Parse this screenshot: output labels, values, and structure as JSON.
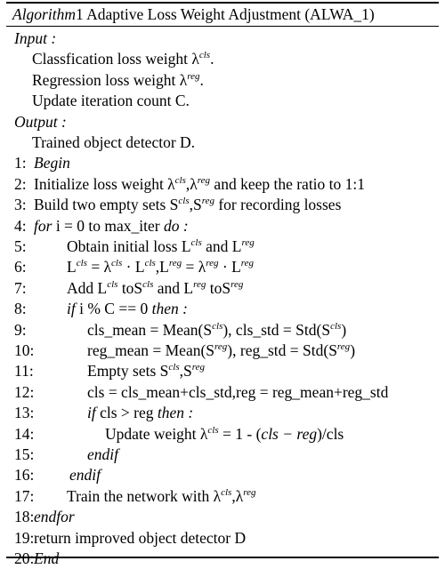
{
  "algorithm": {
    "label": "Algorithm",
    "number": "1",
    "title": "Adaptive Loss Weight Adjustment (ALWA_1)"
  },
  "lines": [
    {
      "num": "",
      "indent": 0,
      "segments": [
        {
          "t": "Input :",
          "s": "kw"
        }
      ]
    },
    {
      "num": "",
      "indent": 1,
      "segments": [
        {
          "t": "Classfication loss weight λ"
        },
        {
          "t": "cls",
          "s": "sup"
        },
        {
          "t": "."
        }
      ]
    },
    {
      "num": "",
      "indent": 1,
      "segments": [
        {
          "t": "Regression loss weight λ"
        },
        {
          "t": "reg",
          "s": "sup"
        },
        {
          "t": "."
        }
      ]
    },
    {
      "num": "",
      "indent": 1,
      "segments": [
        {
          "t": "Update iteration count C."
        }
      ]
    },
    {
      "num": "",
      "indent": 0,
      "segments": [
        {
          "t": "Output :",
          "s": "kw"
        }
      ]
    },
    {
      "num": "",
      "indent": 1,
      "segments": [
        {
          "t": "Trained object detector D."
        }
      ]
    },
    {
      "num": "1:",
      "indent": 0,
      "segments": [
        {
          "t": "Begin",
          "s": "kw"
        }
      ]
    },
    {
      "num": "2:",
      "indent": 0,
      "segments": [
        {
          "t": "Initialize loss weight λ"
        },
        {
          "t": "cls",
          "s": "sup"
        },
        {
          "t": ",λ"
        },
        {
          "t": "reg",
          "s": "sup"
        },
        {
          "t": " and keep the ratio to 1:1"
        }
      ]
    },
    {
      "num": "3:",
      "indent": 0,
      "segments": [
        {
          "t": "Build two empty sets S"
        },
        {
          "t": "cls",
          "s": "sup"
        },
        {
          "t": ",S"
        },
        {
          "t": "reg",
          "s": "sup"
        },
        {
          "t": " for recording losses"
        }
      ]
    },
    {
      "num": "4:",
      "indent": 0,
      "segments": [
        {
          "t": "for",
          "s": "kw"
        },
        {
          "t": " i = 0 to max_iter "
        },
        {
          "t": "do :",
          "s": "kw"
        }
      ]
    },
    {
      "num": "5:",
      "indent": 2,
      "segments": [
        {
          "t": "Obtain initial loss L"
        },
        {
          "t": "cls",
          "s": "sup"
        },
        {
          "t": " and L"
        },
        {
          "t": "reg",
          "s": "sup"
        }
      ]
    },
    {
      "num": "6:",
      "indent": 2,
      "segments": [
        {
          "t": "L"
        },
        {
          "t": "cls",
          "s": "sup"
        },
        {
          "t": " = λ"
        },
        {
          "t": "cls",
          "s": "sup"
        },
        {
          "t": " · L"
        },
        {
          "t": "cls",
          "s": "sup"
        },
        {
          "t": ",L"
        },
        {
          "t": "reg",
          "s": "sup"
        },
        {
          "t": " = λ"
        },
        {
          "t": "reg",
          "s": "sup"
        },
        {
          "t": " · L"
        },
        {
          "t": "reg",
          "s": "sup"
        }
      ]
    },
    {
      "num": "7:",
      "indent": 2,
      "segments": [
        {
          "t": "Add L"
        },
        {
          "t": "cls",
          "s": "sup"
        },
        {
          "t": " toS"
        },
        {
          "t": "cls",
          "s": "sup"
        },
        {
          "t": " and L"
        },
        {
          "t": "reg",
          "s": "sup"
        },
        {
          "t": " toS"
        },
        {
          "t": "reg",
          "s": "sup"
        }
      ]
    },
    {
      "num": "8:",
      "indent": 2,
      "segments": [
        {
          "t": "if",
          "s": "kw"
        },
        {
          "t": " i % C == 0 "
        },
        {
          "t": "then :",
          "s": "kw"
        }
      ]
    },
    {
      "num": "9:",
      "indent": 3,
      "segments": [
        {
          "t": "cls_mean = Mean("
        },
        {
          "t": "S"
        },
        {
          "t": "cls",
          "s": "sup"
        },
        {
          "t": "), cls_std = Std("
        },
        {
          "t": "S"
        },
        {
          "t": "cls",
          "s": "sup"
        },
        {
          "t": ")"
        }
      ]
    },
    {
      "num": "10:",
      "indent": 3,
      "segments": [
        {
          "t": "reg_mean = Mean("
        },
        {
          "t": "S"
        },
        {
          "t": "reg",
          "s": "sup"
        },
        {
          "t": "), reg_std = Std("
        },
        {
          "t": "S"
        },
        {
          "t": "reg",
          "s": "sup"
        },
        {
          "t": ")"
        }
      ]
    },
    {
      "num": "11:",
      "indent": 3,
      "segments": [
        {
          "t": "Empty sets S"
        },
        {
          "t": "cls",
          "s": "sup"
        },
        {
          "t": ",S"
        },
        {
          "t": "reg",
          "s": "sup"
        }
      ]
    },
    {
      "num": "12:",
      "indent": 3,
      "segments": [
        {
          "t": "cls = cls_mean+cls_std,reg = reg_mean+reg_std"
        }
      ]
    },
    {
      "num": "13:",
      "indent": 3,
      "segments": [
        {
          "t": "if",
          "s": "kw"
        },
        {
          "t": " cls > reg "
        },
        {
          "t": "then :",
          "s": "kw"
        }
      ]
    },
    {
      "num": "14:",
      "indent": 4,
      "segments": [
        {
          "t": "Update weight λ"
        },
        {
          "t": "cls",
          "s": "sup"
        },
        {
          "t": " = 1 - ("
        },
        {
          "t": "cls − reg",
          "s": "kw"
        },
        {
          "t": ")/cls"
        }
      ]
    },
    {
      "num": "15:",
      "indent": 3,
      "segments": [
        {
          "t": "endif",
          "s": "kw"
        }
      ]
    },
    {
      "num": "16:",
      "indent": 2.2,
      "segments": [
        {
          "t": "endif",
          "s": "kw"
        }
      ]
    },
    {
      "num": "17:",
      "indent": 2,
      "segments": [
        {
          "t": "Train the network with λ"
        },
        {
          "t": "cls",
          "s": "sup"
        },
        {
          "t": ",λ"
        },
        {
          "t": "reg",
          "s": "sup"
        }
      ]
    },
    {
      "num": "18:",
      "indent": 0,
      "segments": [
        {
          "t": "endfor",
          "s": "kw"
        }
      ]
    },
    {
      "num": "19:",
      "indent": 0,
      "segments": [
        {
          "t": "return improved object detector D"
        }
      ]
    },
    {
      "num": "20:",
      "indent": 0,
      "segments": [
        {
          "t": "End",
          "s": "kw"
        }
      ]
    }
  ]
}
